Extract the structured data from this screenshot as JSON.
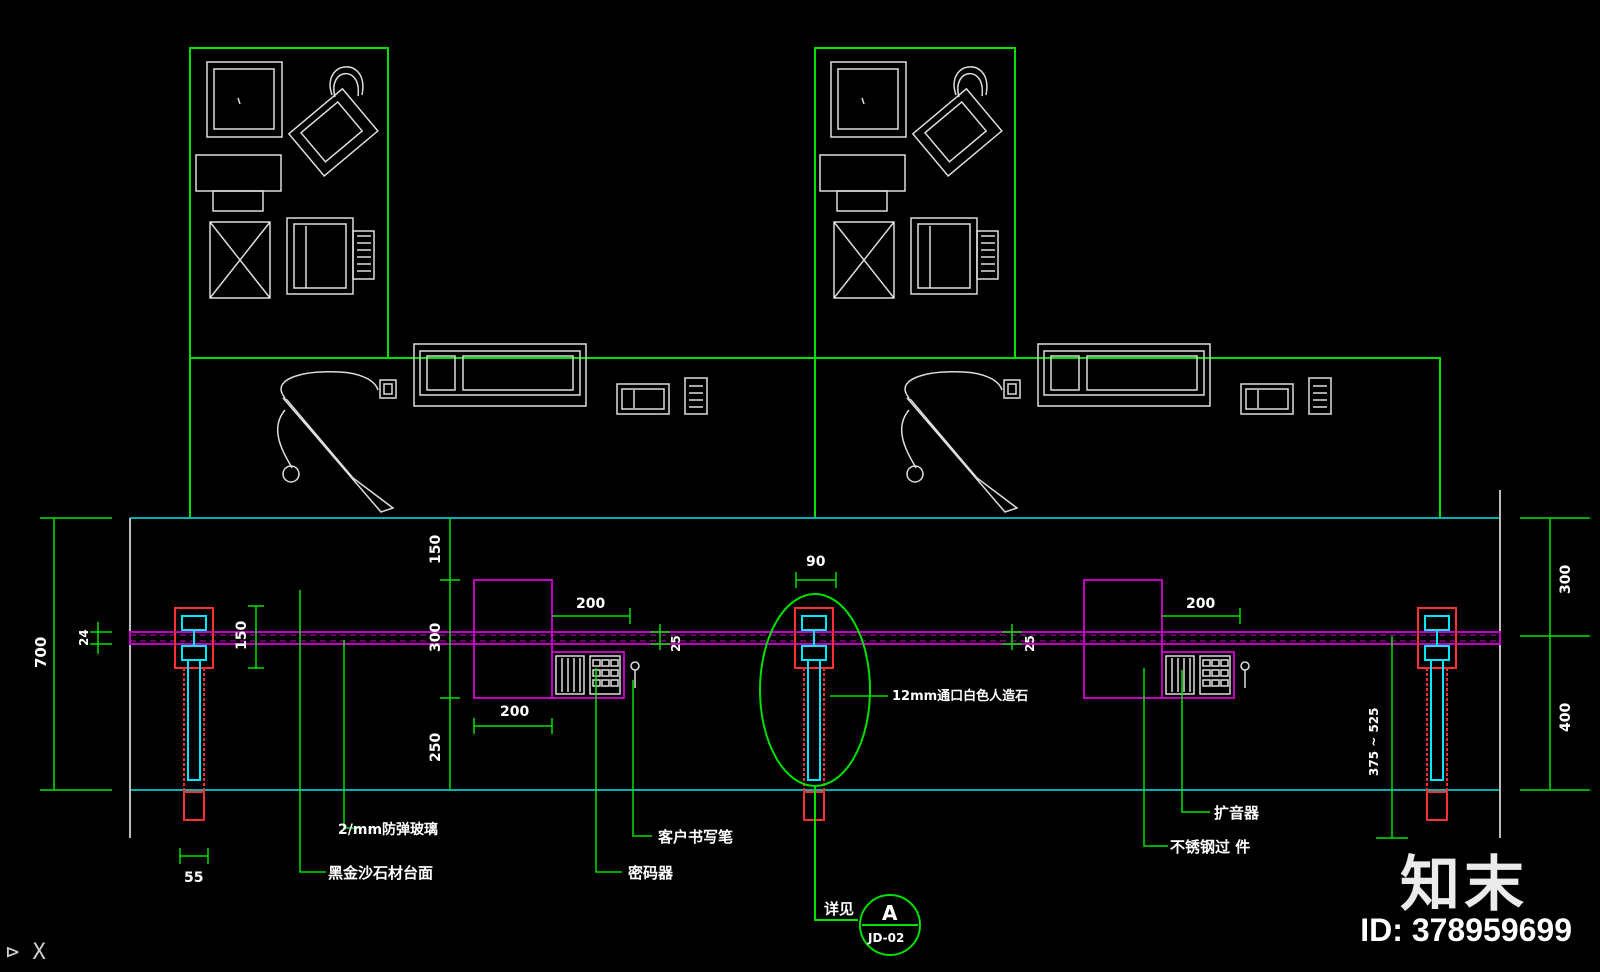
{
  "colors": {
    "background": "#000000",
    "partition": "#00e000",
    "counter": "#00b0b0",
    "glass": "#c000c0",
    "frame": "#ff3030",
    "fitting": "#00e8ff",
    "equipment": "#dddddd",
    "text": "#ffffff"
  },
  "annotations": {
    "glass": "2/mm防弹玻璃",
    "counter_top": "黑金沙石材台面",
    "writing_pen": "客户书写笔",
    "keypad": "密码器",
    "grille": "12mm通口白色人造石",
    "intercom": "扩音器",
    "stainless": "不锈钢过 件",
    "detail_ref": "详见"
  },
  "dimensions": {
    "total_depth": "700",
    "glass_thk_left": "24",
    "post_width": "55",
    "vertical_150": "150",
    "top_150": "150",
    "mid_300": "300",
    "bottom_250": "250",
    "window_200_left": "200",
    "window_200_bottom": "200",
    "window_200_right": "200",
    "gap_25_left": "25",
    "gap_25_right": "25",
    "oval_90": "90",
    "right_300": "300",
    "right_400": "400",
    "right_range": "375 ~ 525"
  },
  "detail_bubble": {
    "letter": "A",
    "sheet": "JD-02"
  },
  "ucs": "⊳ X",
  "branding": {
    "logo": "知末",
    "id": "ID: 378959699"
  }
}
